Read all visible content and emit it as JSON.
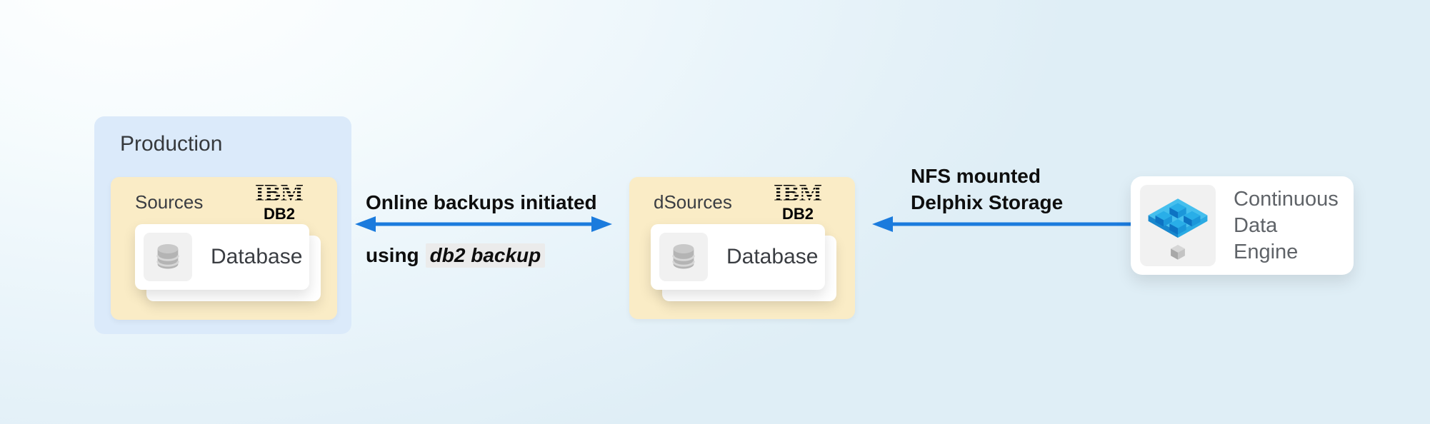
{
  "colors": {
    "arrow": "#1b7bdd",
    "production_box": "#dbeafa",
    "source_zone": "#faecc6",
    "card": "#ffffff",
    "icon_tile": "#f1f1f1",
    "label_dark": "#3a3d42",
    "label_black": "#0e0e0e",
    "engine_text": "#5f6368",
    "code_highlight_bg": "#ebebeb"
  },
  "icons": {
    "ibm_db2": "ibm-db2-logo",
    "database": "database-cylinder-icon",
    "engine": "delphix-cubes-icon"
  },
  "production": {
    "label": "Production"
  },
  "sources": {
    "label": "Sources",
    "logo_ibm": "IBM",
    "logo_db2": "DB2",
    "database_label": "Database"
  },
  "dsources": {
    "label": "dSources",
    "logo_ibm": "IBM",
    "logo_db2": "DB2",
    "database_label": "Database"
  },
  "backup_arrow": {
    "direction": "both",
    "line1": "Online backups initiated",
    "line2_prefix": "using",
    "line2_code": "db2 backup"
  },
  "nfs_arrow": {
    "direction": "left",
    "label": "NFS mounted\nDelphix Storage"
  },
  "engine": {
    "label": "Continuous\nData\nEngine"
  }
}
